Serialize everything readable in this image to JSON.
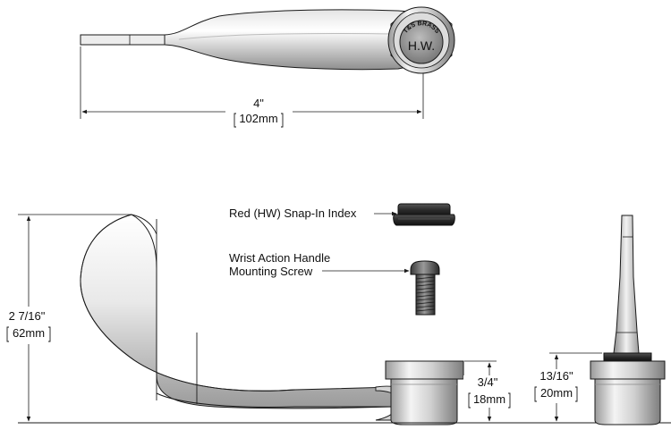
{
  "dimensions": {
    "handle_length": {
      "imperial": "4\"",
      "metric": "102mm"
    },
    "handle_height": {
      "imperial": "2 7/16\"",
      "metric": "62mm"
    },
    "base_height": {
      "imperial": "3/4\"",
      "metric": "18mm"
    },
    "side_base_height": {
      "imperial": "13/16\"",
      "metric": "20mm"
    }
  },
  "callouts": {
    "index": {
      "text": "Red (HW) Snap-In Index"
    },
    "screw": {
      "line1": "Wrist Action Handle",
      "line2": "Mounting Screw"
    }
  },
  "logo": {
    "ring_text": "T&S BRASS",
    "center_text": "H.W."
  },
  "colors": {
    "metal_light": "#f2f2f2",
    "metal_mid": "#c8c8c8",
    "metal_dark": "#8a8a8a",
    "cap_dark": "#2a2a2a",
    "line": "#1a1a1a"
  }
}
